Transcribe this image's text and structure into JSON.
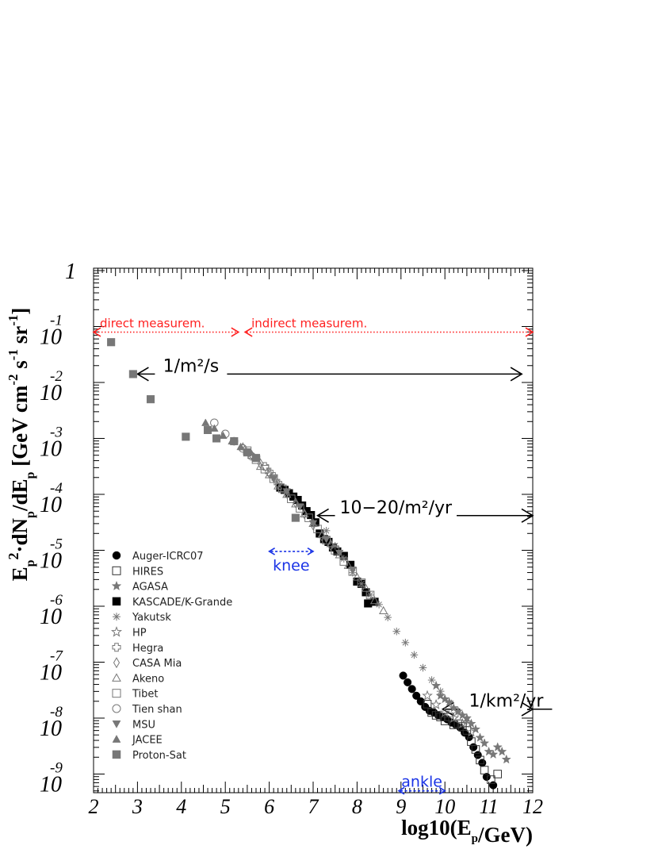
{
  "chart_data": {
    "type": "scatter",
    "xlabel": "log10(E_p/GeV)",
    "ylabel": "E_p^2·dN_p/dE_p [GeV cm^-2 s^-1 sr^-1]",
    "xlim": [
      2,
      12
    ],
    "ylim_log10": [
      -9.2,
      0
    ],
    "log_y": true,
    "grid": false,
    "x_ticks": [
      "2",
      "3",
      "4",
      "5",
      "6",
      "7",
      "8",
      "9",
      "10",
      "11",
      "12"
    ],
    "y_ticks": [
      {
        "mantissa": "1",
        "exponent": ""
      },
      {
        "mantissa": "10",
        "exponent": "-1"
      },
      {
        "mantissa": "10",
        "exponent": "-2"
      },
      {
        "mantissa": "10",
        "exponent": "-3"
      },
      {
        "mantissa": "10",
        "exponent": "-4"
      },
      {
        "mantissa": "10",
        "exponent": "-5"
      },
      {
        "mantissa": "10",
        "exponent": "-6"
      },
      {
        "mantissa": "10",
        "exponent": "-7"
      },
      {
        "mantissa": "10",
        "exponent": "-8"
      },
      {
        "mantissa": "10",
        "exponent": "-9"
      }
    ],
    "legend_position": "bottom-left",
    "series": [
      {
        "name": "Auger-ICRC07",
        "marker": "circle",
        "filled": true,
        "color": "#000000",
        "points": [
          [
            9.05,
            -7.24
          ],
          [
            9.15,
            -7.36
          ],
          [
            9.25,
            -7.48
          ],
          [
            9.35,
            -7.6
          ],
          [
            9.45,
            -7.7
          ],
          [
            9.55,
            -7.8
          ],
          [
            9.65,
            -7.87
          ],
          [
            9.75,
            -7.9
          ],
          [
            9.85,
            -7.95
          ],
          [
            9.95,
            -7.98
          ],
          [
            10.05,
            -8.02
          ],
          [
            10.15,
            -8.08
          ],
          [
            10.25,
            -8.12
          ],
          [
            10.35,
            -8.17
          ],
          [
            10.45,
            -8.26
          ],
          [
            10.55,
            -8.34
          ],
          [
            10.65,
            -8.52
          ],
          [
            10.75,
            -8.66
          ],
          [
            10.85,
            -8.8
          ],
          [
            10.95,
            -9.05
          ],
          [
            11.1,
            -9.2
          ]
        ]
      },
      {
        "name": "HIRES",
        "marker": "square",
        "filled": false,
        "color": "#333333",
        "points": [
          [
            9.6,
            -7.75
          ],
          [
            9.7,
            -7.9
          ],
          [
            9.8,
            -7.95
          ],
          [
            9.9,
            -7.98
          ],
          [
            10.0,
            -8.05
          ],
          [
            10.1,
            -7.98
          ],
          [
            10.2,
            -8.12
          ],
          [
            10.3,
            -8.1
          ],
          [
            10.4,
            -8.15
          ],
          [
            10.5,
            -8.22
          ],
          [
            10.6,
            -8.42
          ],
          [
            10.7,
            -8.56
          ],
          [
            10.8,
            -8.75
          ],
          [
            10.9,
            -8.93
          ],
          [
            11.05,
            -9.1
          ],
          [
            11.2,
            -9.0
          ]
        ]
      },
      {
        "name": "AGASA",
        "marker": "star",
        "filled": true,
        "color": "#777777",
        "points": [
          [
            9.8,
            -7.42
          ],
          [
            9.9,
            -7.6
          ],
          [
            10.0,
            -7.66
          ],
          [
            10.1,
            -7.72
          ],
          [
            10.2,
            -7.82
          ],
          [
            10.3,
            -7.88
          ],
          [
            10.4,
            -7.95
          ],
          [
            10.5,
            -8.0
          ],
          [
            10.6,
            -8.1
          ],
          [
            10.7,
            -8.2
          ],
          [
            10.8,
            -8.35
          ],
          [
            10.9,
            -8.45
          ],
          [
            11.0,
            -8.6
          ],
          [
            11.1,
            -8.65
          ],
          [
            11.2,
            -8.52
          ],
          [
            11.3,
            -8.6
          ],
          [
            11.4,
            -8.74
          ]
        ]
      },
      {
        "name": "KASCADE/K-Grande",
        "marker": "square",
        "filled": true,
        "color": "#000000",
        "points": [
          [
            6.25,
            -3.88
          ],
          [
            6.35,
            -3.92
          ],
          [
            6.45,
            -3.98
          ],
          [
            6.55,
            -4.04
          ],
          [
            6.65,
            -4.1
          ],
          [
            6.75,
            -4.2
          ],
          [
            6.85,
            -4.3
          ],
          [
            6.95,
            -4.37
          ],
          [
            7.05,
            -4.5
          ],
          [
            7.15,
            -4.7
          ],
          [
            7.25,
            -4.8
          ],
          [
            7.35,
            -4.85
          ],
          [
            7.45,
            -4.95
          ],
          [
            7.55,
            -5.02
          ],
          [
            7.7,
            -5.1
          ],
          [
            7.85,
            -5.26
          ],
          [
            8.0,
            -5.56
          ],
          [
            8.1,
            -5.6
          ],
          [
            8.2,
            -5.75
          ],
          [
            8.25,
            -5.95
          ],
          [
            8.4,
            -5.92
          ]
        ]
      },
      {
        "name": "Yakutsk",
        "marker": "asterisk",
        "filled": false,
        "color": "#777777",
        "points": [
          [
            7.3,
            -4.65
          ],
          [
            7.5,
            -4.92
          ],
          [
            7.7,
            -5.15
          ],
          [
            7.9,
            -5.4
          ],
          [
            8.1,
            -5.6
          ],
          [
            8.3,
            -5.8
          ],
          [
            8.5,
            -5.97
          ],
          [
            8.7,
            -6.2
          ],
          [
            8.9,
            -6.45
          ],
          [
            9.1,
            -6.65
          ],
          [
            9.3,
            -6.87
          ],
          [
            9.5,
            -7.1
          ],
          [
            9.7,
            -7.32
          ],
          [
            9.9,
            -7.52
          ],
          [
            10.1,
            -7.72
          ],
          [
            10.3,
            -7.9
          ],
          [
            10.5,
            -8.05
          ]
        ]
      },
      {
        "name": "HP",
        "marker": "star",
        "filled": false,
        "color": "#777777",
        "points": [
          [
            9.6,
            -7.6
          ],
          [
            9.8,
            -7.76
          ],
          [
            10.0,
            -7.9
          ],
          [
            10.2,
            -8.0
          ],
          [
            10.4,
            -8.1
          ],
          [
            10.6,
            -8.25
          ]
        ]
      },
      {
        "name": "Hegra",
        "marker": "cross",
        "filled": false,
        "color": "#777777",
        "points": [
          [
            5.9,
            -3.5
          ],
          [
            6.0,
            -3.6
          ],
          [
            6.1,
            -3.68
          ],
          [
            6.2,
            -3.8
          ],
          [
            6.3,
            -3.88
          ]
        ]
      },
      {
        "name": "CASA Mia",
        "marker": "diamond",
        "filled": false,
        "color": "#777777",
        "points": [
          [
            5.6,
            -3.3
          ],
          [
            5.8,
            -3.45
          ],
          [
            6.0,
            -3.62
          ],
          [
            6.2,
            -3.82
          ],
          [
            6.4,
            -3.98
          ],
          [
            6.6,
            -4.15
          ],
          [
            6.8,
            -4.35
          ],
          [
            7.0,
            -4.55
          ],
          [
            7.2,
            -4.75
          ],
          [
            7.4,
            -4.92
          ]
        ]
      },
      {
        "name": "Akeno",
        "marker": "triangle-up",
        "filled": false,
        "color": "#777777",
        "points": [
          [
            5.4,
            -3.15
          ],
          [
            5.6,
            -3.3
          ],
          [
            5.8,
            -3.5
          ],
          [
            6.0,
            -3.65
          ],
          [
            6.2,
            -3.85
          ],
          [
            6.4,
            -4.0
          ],
          [
            6.6,
            -4.17
          ],
          [
            6.8,
            -4.35
          ],
          [
            7.0,
            -4.52
          ],
          [
            7.2,
            -4.72
          ],
          [
            7.4,
            -4.88
          ],
          [
            7.6,
            -5.08
          ],
          [
            7.8,
            -5.27
          ],
          [
            8.0,
            -5.48
          ],
          [
            8.2,
            -5.68
          ],
          [
            8.4,
            -5.9
          ],
          [
            8.6,
            -6.08
          ]
        ]
      },
      {
        "name": "Tibet",
        "marker": "square",
        "filled": false,
        "color": "#777777",
        "points": [
          [
            5.5,
            -3.22
          ],
          [
            5.7,
            -3.38
          ],
          [
            5.9,
            -3.55
          ],
          [
            6.1,
            -3.72
          ],
          [
            6.3,
            -3.9
          ],
          [
            6.5,
            -4.08
          ],
          [
            6.7,
            -4.25
          ],
          [
            6.9,
            -4.42
          ],
          [
            7.1,
            -4.62
          ],
          [
            7.3,
            -4.82
          ],
          [
            7.5,
            -5.0
          ],
          [
            7.7,
            -5.2
          ],
          [
            7.9,
            -5.38
          ],
          [
            8.1,
            -5.58
          ],
          [
            8.3,
            -5.8
          ]
        ]
      },
      {
        "name": "Tien shan",
        "marker": "circle",
        "filled": false,
        "color": "#777777",
        "points": [
          [
            4.75,
            -2.72
          ],
          [
            5.0,
            -2.92
          ],
          [
            5.2,
            -3.05
          ],
          [
            5.4,
            -3.18
          ],
          [
            5.6,
            -3.32
          ]
        ]
      },
      {
        "name": "MSU",
        "marker": "triangle-down",
        "filled": true,
        "color": "#777777",
        "points": [
          [
            6.1,
            -3.72
          ],
          [
            6.4,
            -3.95
          ],
          [
            6.7,
            -4.22
          ],
          [
            7.0,
            -4.52
          ],
          [
            7.3,
            -4.8
          ],
          [
            7.6,
            -5.05
          ],
          [
            7.9,
            -5.35
          ]
        ]
      },
      {
        "name": "JACEE",
        "marker": "triangle-up",
        "filled": true,
        "color": "#777777",
        "points": [
          [
            4.55,
            -2.72
          ],
          [
            4.75,
            -2.82
          ],
          [
            4.95,
            -2.95
          ],
          [
            5.15,
            -3.05
          ],
          [
            5.35,
            -3.15
          ],
          [
            5.55,
            -3.25
          ]
        ]
      },
      {
        "name": "Proton-Sat",
        "marker": "square",
        "filled": true,
        "color": "#777777",
        "points": [
          [
            2.4,
            -1.28
          ],
          [
            2.9,
            -1.85
          ],
          [
            3.3,
            -2.3
          ],
          [
            4.1,
            -2.97
          ],
          [
            4.6,
            -2.85
          ],
          [
            4.8,
            -3.0
          ],
          [
            5.2,
            -3.05
          ],
          [
            5.5,
            -3.25
          ],
          [
            5.7,
            -3.35
          ],
          [
            6.6,
            -4.42
          ]
        ]
      }
    ],
    "annotations": [
      {
        "text": "direct measurem.",
        "color": "#ff2020",
        "x_from": 2,
        "x_to": 5.3,
        "y": -1.1,
        "style": "dotted-double-arrow"
      },
      {
        "text": "indirect measurem.",
        "color": "#ff2020",
        "x_from": 5.45,
        "x_to": 12,
        "y": -1.1,
        "style": "dotted-double-arrow"
      },
      {
        "text": "1/m²/s",
        "color": "#000000",
        "x_from": 3.0,
        "x_to": 11.75,
        "y": -1.85,
        "style": "double-arrow"
      },
      {
        "text": "10−20/m²/yr",
        "color": "#000000",
        "x_from": 7.1,
        "x_to": 12,
        "y": -4.38,
        "style": "double-arrow"
      },
      {
        "text": "1/km²/yr",
        "color": "#000000",
        "x_from": 9.95,
        "x_to": 12,
        "y": -7.84,
        "style": "double-arrow"
      },
      {
        "text": "knee",
        "color": "#1a33e6",
        "x_from": 6.0,
        "x_to": 7.0,
        "y": -5.02,
        "style": "dashed-double-arrow"
      },
      {
        "text": "ankle",
        "color": "#1a33e6",
        "x_from": 8.95,
        "x_to": 10.0,
        "y": -9.3,
        "style": "dashed-double-arrow"
      }
    ]
  }
}
